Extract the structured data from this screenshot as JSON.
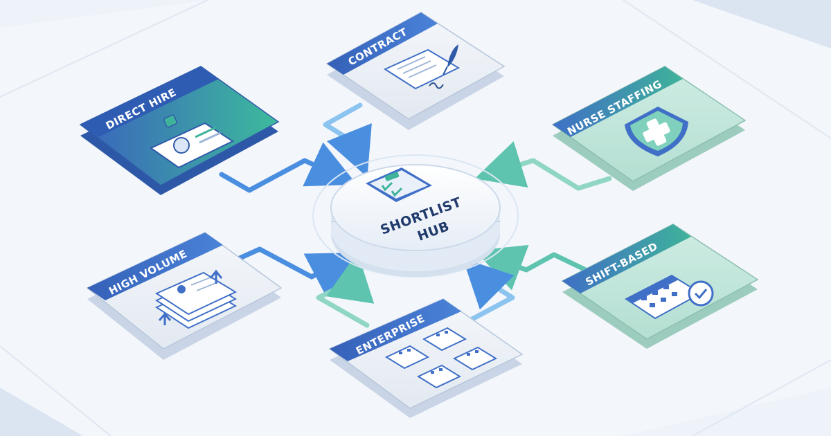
{
  "hub": {
    "line1": "SHORTLIST",
    "line2": "HUB"
  },
  "cards": {
    "contract": {
      "label": "CONTRACT"
    },
    "direct_hire": {
      "label": "DIRECT HIRE"
    },
    "nurse_staffing": {
      "label": "NURSE STAFFING"
    },
    "high_volume": {
      "label": "HIGH VOLUME"
    },
    "shift_based": {
      "label": "SHIFT-BASED"
    },
    "enterprise": {
      "label": "ENTERPRISE"
    }
  },
  "colors": {
    "background": "#eef3fa",
    "header_blue": "#3f6fc6",
    "header_teal": "#3fb39a",
    "arrow_blue": "#4a8ee0",
    "arrow_teal": "#5ec4b0",
    "hub_text": "#1f3a6b"
  }
}
